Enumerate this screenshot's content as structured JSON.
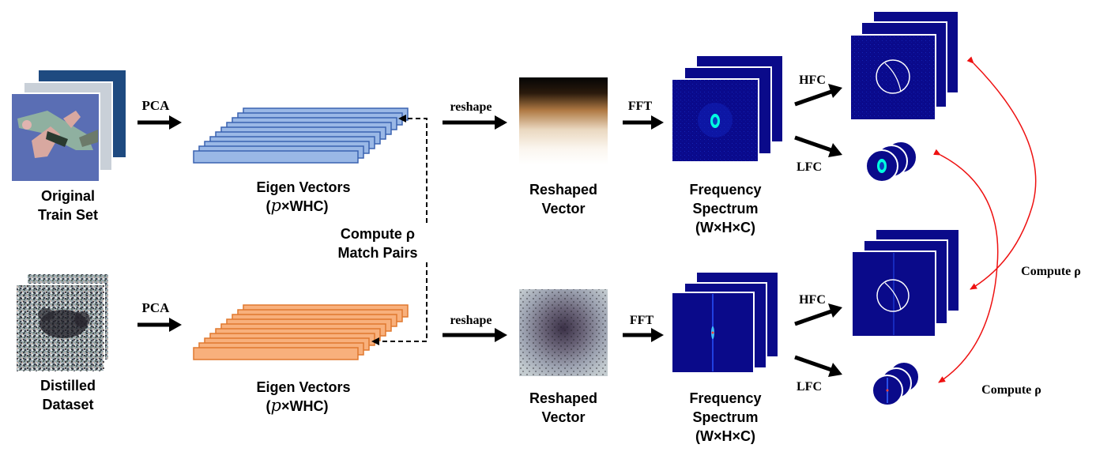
{
  "labels": {
    "original_train_set": [
      "Original",
      "Train Set"
    ],
    "distilled_dataset": [
      "Distilled",
      "Dataset"
    ],
    "eigen_vectors_title": "Eigen Vectors",
    "eigen_vectors_dims_open": "(",
    "eigen_vectors_dims_var": "p",
    "eigen_vectors_dims_rest": "×WHC)",
    "reshaped_vector": [
      "Reshaped",
      "Vector"
    ],
    "frequency_spectrum": [
      "Frequency",
      "Spectrum",
      "(W×H×C)"
    ],
    "compute_match_pairs": [
      "Compute ρ",
      "Match Pairs"
    ],
    "compute_rho": "Compute ρ"
  },
  "ops": {
    "pca": "PCA",
    "reshape": "reshape",
    "fft": "FFT",
    "hfc": "HFC",
    "lfc": "LFC"
  },
  "colors": {
    "eigen_top_fill": "#9ab8e6",
    "eigen_top_stroke": "#3a62b0",
    "eigen_bottom_fill": "#f8b07c",
    "eigen_bottom_stroke": "#e0782e",
    "spectrum_blue": "#0a0a8a",
    "spectrum_dark": "#07076a",
    "compute_arc": "#ee1111"
  }
}
